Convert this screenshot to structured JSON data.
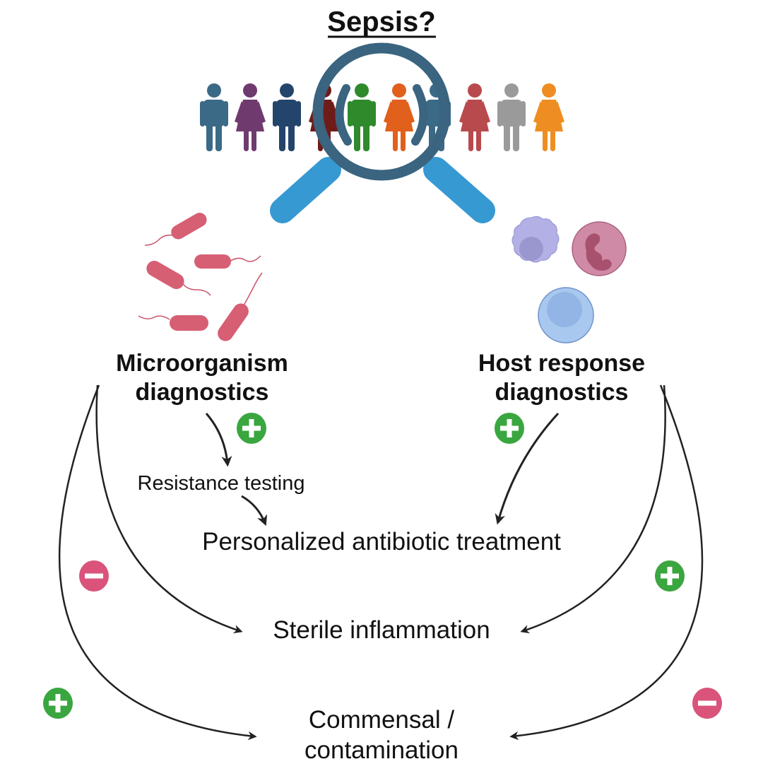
{
  "title": "Sepsis?",
  "people": {
    "figures": [
      {
        "type": "male",
        "color": "#3b6a87"
      },
      {
        "type": "female",
        "color": "#6f3a6e"
      },
      {
        "type": "male",
        "color": "#23446b"
      },
      {
        "type": "female",
        "color": "#6e1c1a"
      },
      {
        "type": "male",
        "color": "#2f8a2c"
      },
      {
        "type": "female",
        "color": "#e0601c"
      },
      {
        "type": "male",
        "color": "#3b6a87"
      },
      {
        "type": "female",
        "color": "#b84a4d"
      },
      {
        "type": "male",
        "color": "#9a9a9a"
      },
      {
        "type": "female",
        "color": "#ee8e22"
      }
    ]
  },
  "magnifier": {
    "lens_color": "#3a647f",
    "handle_color": "#3699d2"
  },
  "left_branch": {
    "heading_line1": "Microorganism",
    "heading_line2": "diagnostics",
    "icon": "bacteria-icon",
    "bacteria_color": "#d65f74"
  },
  "right_branch": {
    "heading_line1": "Host response",
    "heading_line2": "diagnostics",
    "icon": "immune-cells-icon",
    "cells": [
      {
        "name": "macrophage",
        "color": "#b3b0e6"
      },
      {
        "name": "neutrophil",
        "color": "#cf8aa6"
      },
      {
        "name": "lymphocyte",
        "color": "#a9c8ef"
      }
    ]
  },
  "outcomes": {
    "resistance_testing": "Resistance testing",
    "personalized_treatment": "Personalized antibiotic treatment",
    "sterile_inflammation": "Sterile inflammation",
    "commensal_line1": "Commensal /",
    "commensal_line2": "contamination"
  },
  "signs": {
    "positive_color": "#3aa640",
    "negative_color": "#d9537a",
    "micro_to_resistance": "+",
    "host_to_treatment": "+",
    "micro_to_sterile": "−",
    "host_to_sterile": "+",
    "micro_to_commensal": "+",
    "host_to_commensal": "−"
  }
}
